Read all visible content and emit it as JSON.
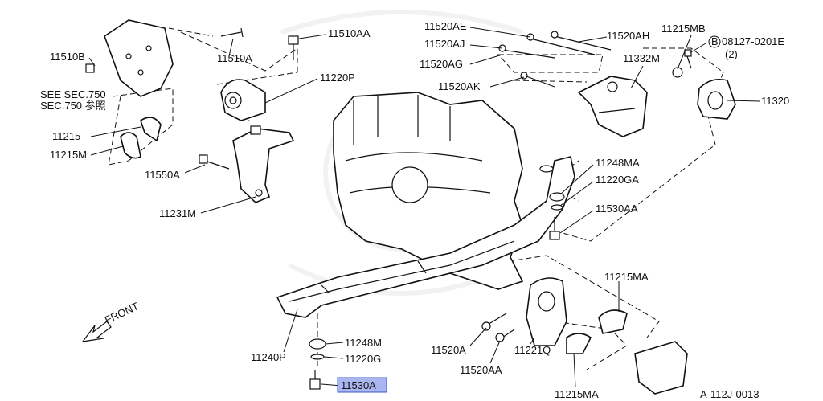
{
  "diagram": {
    "labels": {
      "p11510B": "11510B",
      "p11510A": "11510A",
      "p11510AA": "11510AA",
      "p11220P": "11220P",
      "see1": "SEE SEC.750",
      "see2": "SEC.750 参照",
      "p11215": "11215",
      "p11215M": "11215M",
      "p11550A": "11550A",
      "p11231M": "11231M",
      "p11520AE": "11520AE",
      "p11520AJ": "11520AJ",
      "p11520AG": "11520AG",
      "p11520AK": "11520AK",
      "p11520AH": "11520AH",
      "p11332M": "11332M",
      "p11215MB": "11215MB",
      "p08127": "08127-0201E",
      "p08127qty": "(2)",
      "p08127sym": "B",
      "p11320": "11320",
      "p11248MA": "11248MA",
      "p11220GA": "11220GA",
      "p11530AA": "11530AA",
      "p11215MA_top": "11215MA",
      "p11215MA_bot": "11215MA",
      "p11240P": "11240P",
      "p11248M": "11248M",
      "p11220G": "11220G",
      "p11530A": "11530A",
      "p11520A": "11520A",
      "p11221Q": "11221Q",
      "p11520AA": "11520AA",
      "front": "FRONT",
      "ref": "A-112J-0013"
    },
    "highlight_color": "#a9b6f0"
  }
}
